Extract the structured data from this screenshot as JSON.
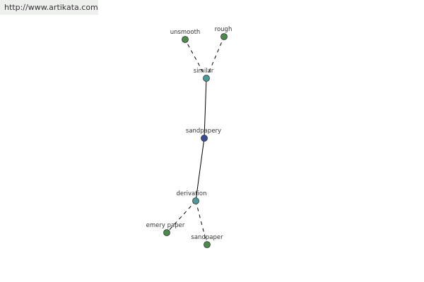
{
  "site": {
    "url": "http://www.artikata.com"
  },
  "graph": {
    "colors": {
      "center": "#3a4a9a",
      "relation": "#4a9a9a",
      "leaf": "#4a8a4a",
      "edge": "#000000",
      "node_stroke": "#333333"
    },
    "nodes": [
      {
        "id": "sandpapery",
        "label": "sandpapery",
        "kind": "center"
      },
      {
        "id": "similar",
        "label": "similar",
        "kind": "relation"
      },
      {
        "id": "derivation",
        "label": "derivation",
        "kind": "relation"
      },
      {
        "id": "unsmooth",
        "label": "unsmooth",
        "kind": "leaf"
      },
      {
        "id": "rough",
        "label": "rough",
        "kind": "leaf"
      },
      {
        "id": "emery-paper",
        "label": "emery paper",
        "kind": "leaf"
      },
      {
        "id": "sandpaper",
        "label": "sandpaper",
        "kind": "leaf"
      }
    ],
    "edges": [
      {
        "from": "sandpapery",
        "to": "similar",
        "style": "solid"
      },
      {
        "from": "sandpapery",
        "to": "derivation",
        "style": "solid"
      },
      {
        "from": "similar",
        "to": "unsmooth",
        "style": "dashed"
      },
      {
        "from": "similar",
        "to": "rough",
        "style": "dashed"
      },
      {
        "from": "derivation",
        "to": "emery-paper",
        "style": "dashed"
      },
      {
        "from": "derivation",
        "to": "sandpaper",
        "style": "dashed"
      }
    ]
  }
}
